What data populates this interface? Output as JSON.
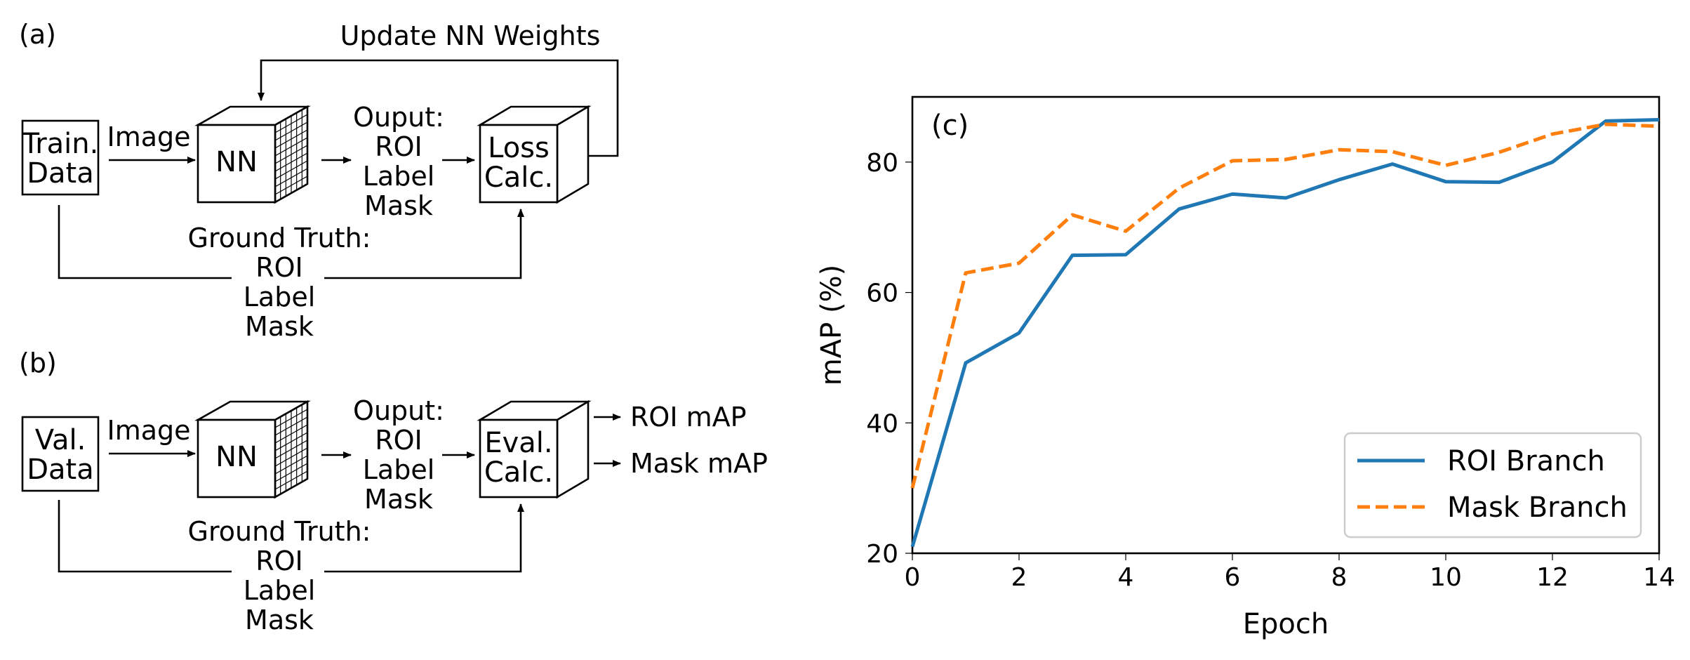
{
  "colors": {
    "roi": "#1f77b4",
    "mask": "#ff7f0e",
    "axis": "#000000"
  },
  "panel_a": {
    "tag": "(a)",
    "update_label": "Update NN Weights",
    "input_line1": "Train.",
    "input_line2": "Data",
    "image_label": "Image",
    "nn_label": "NN",
    "output_lines": [
      "Ouput:",
      "ROI",
      "Label",
      "Mask"
    ],
    "calc_line1": "Loss",
    "calc_line2": "Calc.",
    "gt_lines": [
      "Ground Truth:",
      "ROI",
      "Label",
      "Mask"
    ]
  },
  "panel_b": {
    "tag": "(b)",
    "input_line1": "Val.",
    "input_line2": "Data",
    "image_label": "Image",
    "nn_label": "NN",
    "output_lines": [
      "Ouput:",
      "ROI",
      "Label",
      "Mask"
    ],
    "calc_line1": "Eval.",
    "calc_line2": "Calc.",
    "roi_metric": "ROI mAP",
    "mask_metric": "Mask mAP",
    "gt_lines": [
      "Ground Truth:",
      "ROI",
      "Label",
      "Mask"
    ]
  },
  "chart_data": {
    "type": "line",
    "panel_tag": "(c)",
    "xlabel": "Epoch",
    "ylabel": "mAP (%)",
    "xlim": [
      0,
      14
    ],
    "ylim": [
      20,
      90
    ],
    "xticks": [
      0,
      2,
      4,
      6,
      8,
      10,
      12,
      14
    ],
    "yticks": [
      20,
      40,
      60,
      80
    ],
    "legend_position": "lower-right",
    "x": [
      0,
      1,
      2,
      3,
      4,
      5,
      6,
      7,
      8,
      9,
      10,
      11,
      12,
      13,
      14
    ],
    "series": [
      {
        "name": "ROI Branch",
        "style": "solid",
        "values": [
          21,
          49.2,
          53.8,
          65.7,
          65.8,
          72.8,
          75.1,
          74.5,
          77.3,
          79.7,
          77.0,
          76.9,
          80.0,
          86.3,
          86.5
        ]
      },
      {
        "name": "Mask Branch",
        "style": "dashed",
        "values": [
          30,
          63,
          64.5,
          71.9,
          69.4,
          76,
          80.2,
          80.4,
          81.9,
          81.6,
          79.5,
          81.5,
          84.3,
          85.8,
          85.5
        ]
      }
    ]
  }
}
